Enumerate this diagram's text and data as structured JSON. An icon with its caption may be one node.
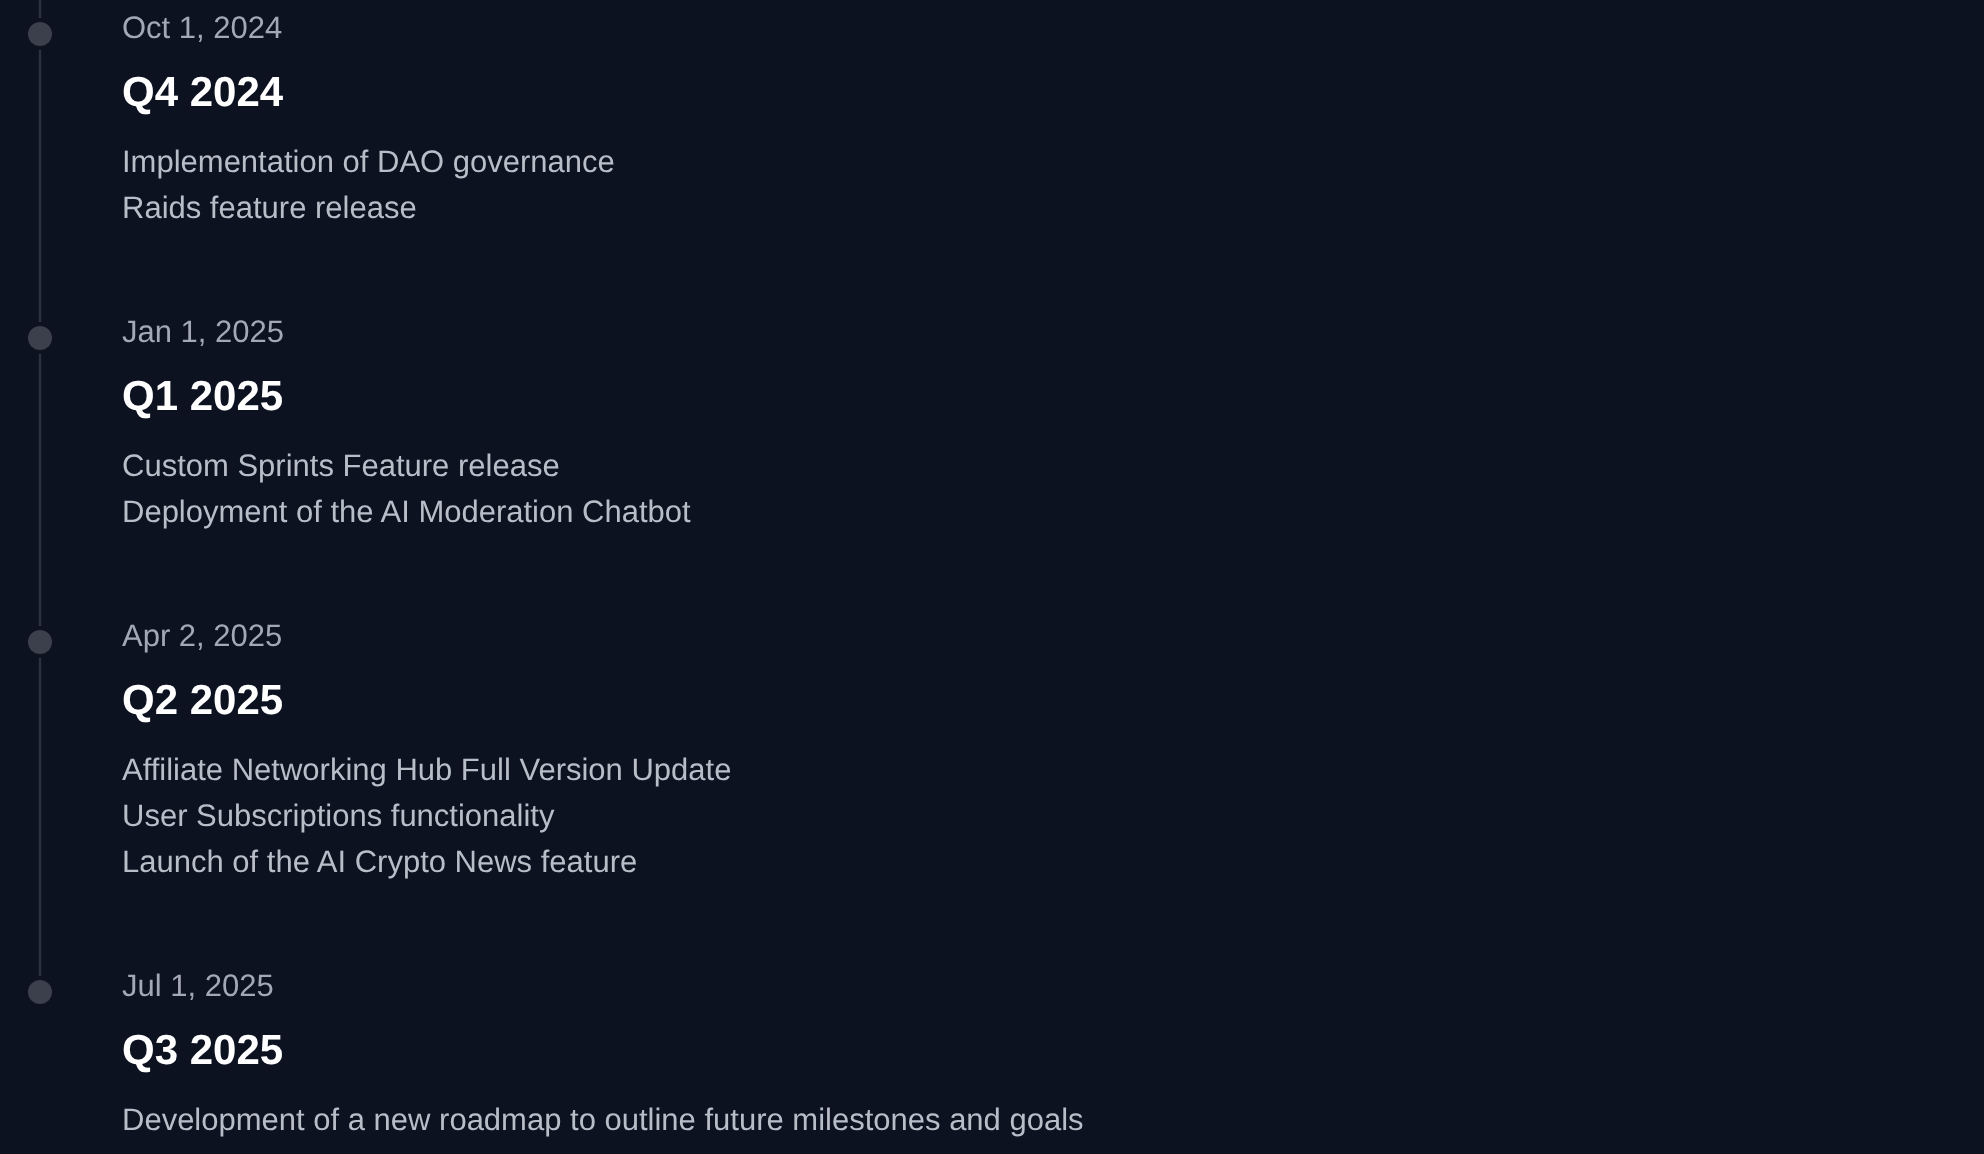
{
  "diagram": {
    "nodes": [
      {
        "text": [],
        "shape": "circle",
        "beside": [
          "Oct 1, 2024",
          "Q4 2024",
          "Implementation of DAO governance",
          "Raids feature release"
        ]
      },
      {
        "text": [],
        "shape": "circle",
        "beside": [
          "Jan 1, 2025",
          "Q1 2025",
          "Custom Sprints Feature release",
          "Deployment of the AI Moderation Chatbot"
        ]
      },
      {
        "text": [],
        "shape": "circle",
        "beside": [
          "Apr 2, 2025",
          "Q2 2025",
          "Affiliate Networking Hub Full Version Update",
          "User Subscriptions functionality",
          "Launch of the AI Crypto News feature"
        ]
      },
      {
        "text": [],
        "shape": "circle",
        "beside": [
          "Jul 1, 2025",
          "Q3 2025",
          "Development of a new roadmap to outline future milestones and goals"
        ]
      }
    ],
    "edges": [
      {
        "from": null,
        "to": 0,
        "arrow": "none"
      },
      {
        "from": 0,
        "to": 1,
        "arrow": "none"
      },
      {
        "from": 1,
        "to": 2,
        "arrow": "none"
      },
      {
        "from": 2,
        "to": 3,
        "arrow": "none"
      }
    ]
  }
}
